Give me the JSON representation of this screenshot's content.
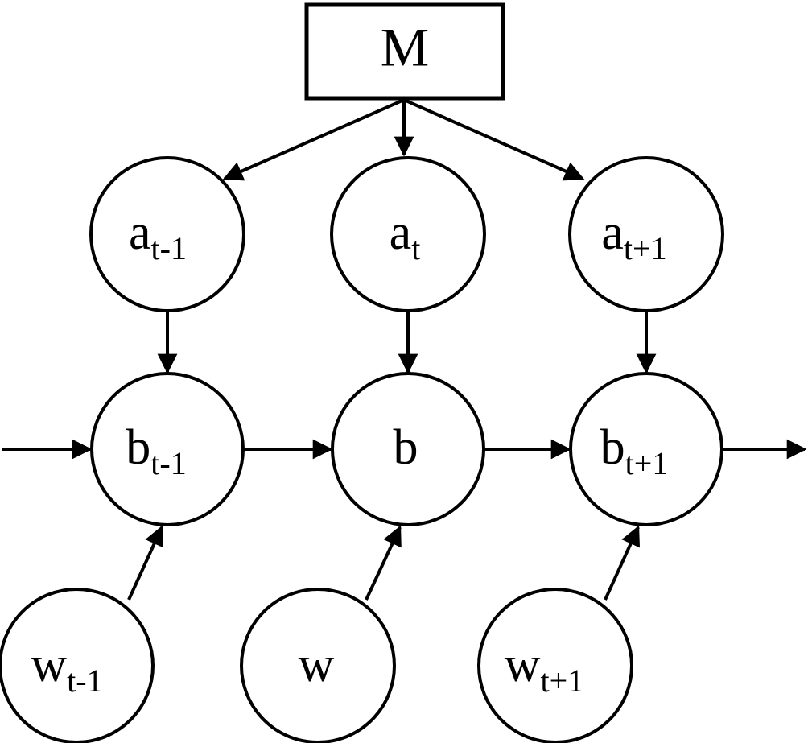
{
  "figure": {
    "title": "Dynamic Bayesian network style graphical model",
    "background_color": "#ffffff",
    "stroke_color": "#000000"
  },
  "nodes": {
    "memory_box": {
      "label": "M",
      "shape": "rectangle"
    },
    "a_row": [
      {
        "id": "a-prev",
        "base": "a",
        "sub": "t-1",
        "shape": "circle"
      },
      {
        "id": "a-cur",
        "base": "a",
        "sub": "t",
        "shape": "circle"
      },
      {
        "id": "a-next",
        "base": "a",
        "sub": "t+1",
        "shape": "circle"
      }
    ],
    "b_row": [
      {
        "id": "b-prev",
        "base": "b",
        "sub": "t-1",
        "shape": "circle"
      },
      {
        "id": "b-cur",
        "base": "b",
        "sub": "",
        "shape": "circle"
      },
      {
        "id": "b-next",
        "base": "b",
        "sub": "t+1",
        "shape": "circle"
      }
    ],
    "w_row": [
      {
        "id": "w-prev",
        "base": "w",
        "sub": "t-1",
        "shape": "circle"
      },
      {
        "id": "w-cur",
        "base": "w",
        "sub": "",
        "shape": "circle"
      },
      {
        "id": "w-next",
        "base": "w",
        "sub": "t+1",
        "shape": "circle"
      }
    ]
  },
  "edges": [
    {
      "id": "edge-m-to-a-prev",
      "from": "memory_box",
      "to": "a-prev",
      "kind": "arrow"
    },
    {
      "id": "edge-m-to-a-cur",
      "from": "memory_box",
      "to": "a-cur",
      "kind": "arrow"
    },
    {
      "id": "edge-m-to-a-next",
      "from": "memory_box",
      "to": "a-next",
      "kind": "arrow"
    },
    {
      "id": "edge-a-prev-to-b-prev",
      "from": "a-prev",
      "to": "b-prev",
      "kind": "arrow"
    },
    {
      "id": "edge-a-cur-to-b-cur",
      "from": "a-cur",
      "to": "b-cur",
      "kind": "arrow"
    },
    {
      "id": "edge-a-next-to-b-next",
      "from": "a-next",
      "to": "b-next",
      "kind": "arrow"
    },
    {
      "id": "edge-chain-in",
      "from": "left-boundary",
      "to": "b-prev",
      "kind": "arrow"
    },
    {
      "id": "edge-b-prev-to-b-cur",
      "from": "b-prev",
      "to": "b-cur",
      "kind": "arrow"
    },
    {
      "id": "edge-b-cur-to-b-next",
      "from": "b-cur",
      "to": "b-next",
      "kind": "arrow"
    },
    {
      "id": "edge-chain-out",
      "from": "b-next",
      "to": "right-boundary",
      "kind": "arrow"
    },
    {
      "id": "edge-w-prev-to-b-prev",
      "from": "w-prev",
      "to": "b-prev",
      "kind": "arrow"
    },
    {
      "id": "edge-w-cur-to-b-cur",
      "from": "w-cur",
      "to": "b-cur",
      "kind": "arrow"
    },
    {
      "id": "edge-w-next-to-b-next",
      "from": "w-next",
      "to": "b-next",
      "kind": "arrow"
    }
  ]
}
